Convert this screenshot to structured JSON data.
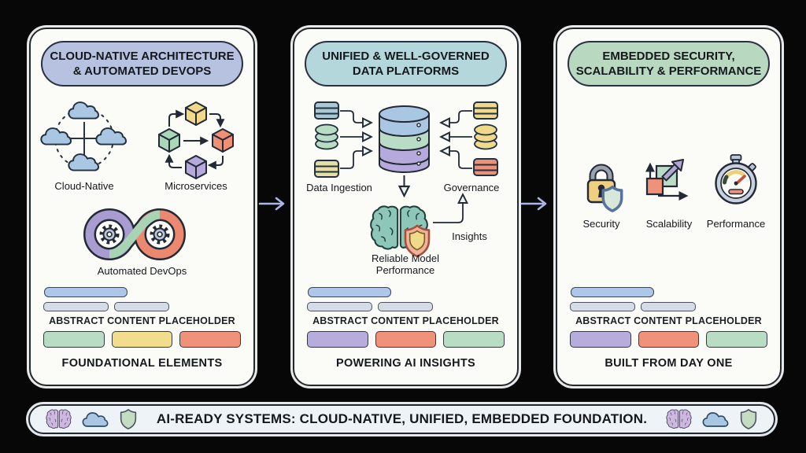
{
  "colors": {
    "background": "#070707",
    "panel_fill": "#fbfbf8",
    "flow_arrow": "#aab6e8",
    "placeholder_blue": "#aec6e8",
    "placeholder_gray": "#d6dce6"
  },
  "panels": [
    {
      "header": "CLOUD-NATIVE ARCHITECTURE & AUTOMATED DEVOPS",
      "header_bg": "#b6c2e0",
      "items": [
        {
          "icon": "cloud-native-icon",
          "label": "Cloud-Native"
        },
        {
          "icon": "microservices-icon",
          "label": "Microservices"
        },
        {
          "icon": "devops-infinity-icon",
          "label": "Automated DevOps"
        }
      ],
      "placeholder_label": "ABSTRACT CONTENT PLACEHOLDER",
      "chips": [
        "#b9dcc4",
        "#f2dd8e",
        "#f0917a"
      ],
      "footer": "FOUNDATIONAL ELEMENTS"
    },
    {
      "header": "UNIFIED & WELL-GOVERNED DATA PLATFORMS",
      "header_bg": "#b4d7dc",
      "labels": {
        "left": "Data Ingestion",
        "right": "Governance",
        "center": "Reliable Model Performance",
        "insights": "Insights"
      },
      "icons": [
        "database-stack-icon",
        "central-database-icon",
        "brain-icon",
        "shield-icon"
      ],
      "placeholder_label": "ABSTRACT CONTENT PLACEHOLDER",
      "chips": [
        "#b7addc",
        "#f0917a",
        "#b9dcc4"
      ],
      "footer": "POWERING AI INSIGHTS"
    },
    {
      "header": "EMBEDDED SECURITY, SCALABILITY & PERFORMANCE",
      "header_bg": "#b9d8c0",
      "items": [
        {
          "icon": "padlock-shield-icon",
          "label": "Security"
        },
        {
          "icon": "scaling-squares-icon",
          "label": "Scalability"
        },
        {
          "icon": "stopwatch-icon",
          "label": "Performance"
        }
      ],
      "placeholder_label": "ABSTRACT CONTENT PLACEHOLDER",
      "chips": [
        "#b7addc",
        "#f0917a",
        "#b9dcc4"
      ],
      "footer": "BUILT FROM DAY ONE"
    }
  ],
  "banner": {
    "text": "AI-READY SYSTEMS: CLOUD-NATIVE, UNIFIED, EMBEDDED FOUNDATION.",
    "icons": [
      "brain-icon",
      "cloud-icon",
      "shield-icon"
    ]
  }
}
